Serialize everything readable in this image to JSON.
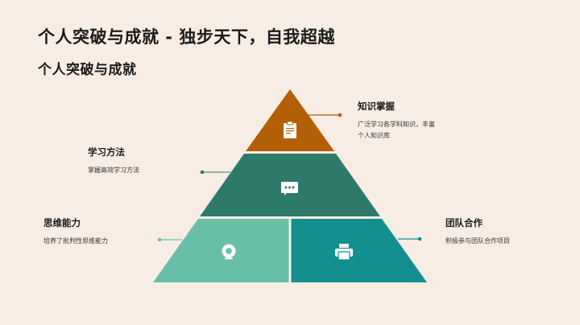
{
  "header": {
    "title": "个人突破与成就 - 独步天下，自我超越",
    "subtitle": "个人突破与成就"
  },
  "colors": {
    "background": "#f7ede4",
    "tier_top": "#b35f05",
    "tier_middle": "#2e7a6a",
    "tier_bottom_left": "#68bfa8",
    "tier_bottom_right": "#138f8f",
    "icon": "#ffffff"
  },
  "pyramid": {
    "tiers": [
      {
        "id": "top",
        "icon": "clipboard-icon",
        "title": "知识掌握",
        "description_lines": [
          "广泛学习各学科知识，丰富",
          "个人知识库"
        ]
      },
      {
        "id": "middle",
        "icon": "chat-bubble-icon",
        "title": "学习方法",
        "description_lines": [
          "掌握高效学习方法"
        ]
      },
      {
        "id": "bottom-left",
        "icon": "webcam-icon",
        "title": "思维能力",
        "description_lines": [
          "培养了批判性思维能力"
        ]
      },
      {
        "id": "bottom-right",
        "icon": "printer-icon",
        "title": "团队合作",
        "description_lines": [
          "积极参与团队合作项目"
        ]
      }
    ]
  }
}
